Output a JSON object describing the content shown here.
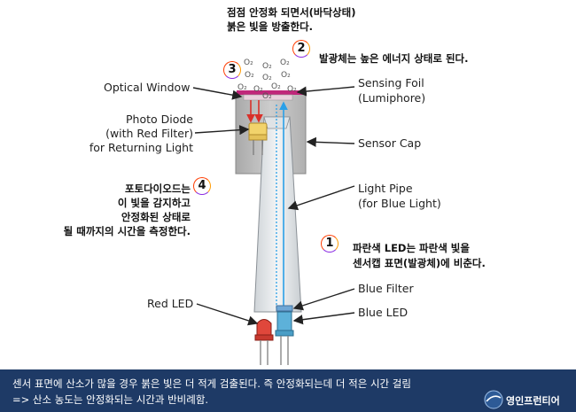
{
  "top_text": {
    "line1": "점점 안정화 되면서(바닥상태)",
    "line2": "붉은 빛을 방출한다."
  },
  "steps": {
    "step1": {
      "number": "1",
      "line1": "파란색 LED는 파란색 빛을",
      "line2": "센서캡 표면(발광체)에 비춘다."
    },
    "step2": {
      "number": "2",
      "text": "발광체는 높은 에너지 상태로 된다."
    },
    "step3": {
      "number": "3"
    },
    "step4": {
      "number": "4",
      "line1": "포토다이오드는",
      "line2": "이 빛을 감지하고",
      "line3": "안정화된 상태로",
      "line4": "될 때까지의 시간을 측정한다."
    }
  },
  "labels": {
    "optical_window": "Optical Window",
    "photo_diode_1": "Photo Diode",
    "photo_diode_2": "(with Red Filter)",
    "photo_diode_3": "for Returning Light",
    "sensing_foil_1": "Sensing Foil",
    "sensing_foil_2": "(Lumiphore)",
    "sensor_cap": "Sensor Cap",
    "light_pipe_1": "Light Pipe",
    "light_pipe_2": "(for Blue Light)",
    "red_led": "Red LED",
    "blue_filter": "Blue Filter",
    "blue_led": "Blue LED"
  },
  "oxygen_molecules": [
    "O₂",
    "O₂",
    "O₂",
    "O₂",
    "O₂",
    "O₂",
    "O₂",
    "O₂",
    "O₂",
    "O₂",
    "O₂"
  ],
  "bottom": {
    "line1": "센서 표면에 산소가 많을 경우 붉은 빛은 더 적게 검출된다. 즉 안정화되는데 더 적은 시간 걸림",
    "line2": "=> 산소 농도는 안정화되는 시간과 반비례함."
  },
  "logo": {
    "text": "영인프런티어"
  },
  "colors": {
    "bar": "#1e3a66",
    "red_light": "#d9302a",
    "blue_light": "#2aa0e8",
    "sensing_foil": "#c0267a",
    "cap": "#bcbcbc"
  }
}
